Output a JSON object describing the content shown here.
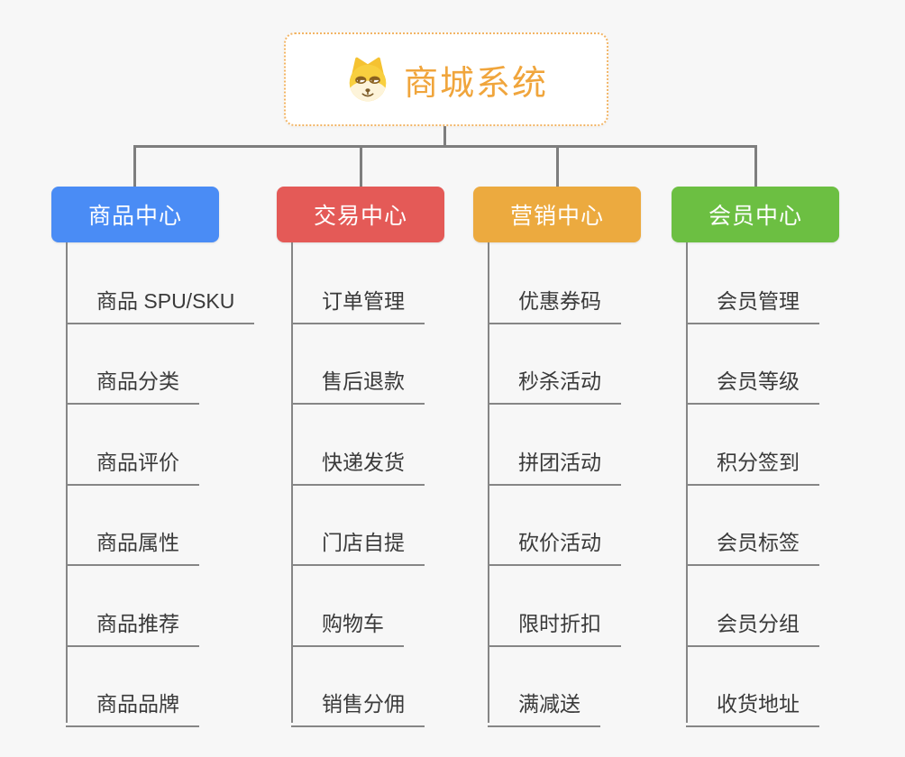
{
  "root": {
    "title": "商城系统",
    "icon": "dog-face-icon",
    "title_color": "#f0a53c",
    "border_color": "#f2b566"
  },
  "connector_color": "#7e7e7e",
  "branches": [
    {
      "label": "商品中心",
      "color": "#4a8cf5",
      "children": [
        "商品 SPU/SKU",
        "商品分类",
        "商品评价",
        "商品属性",
        "商品推荐",
        "商品品牌"
      ]
    },
    {
      "label": "交易中心",
      "color": "#e45a57",
      "children": [
        "订单管理",
        "售后退款",
        "快递发货",
        "门店自提",
        "购物车",
        "销售分佣"
      ]
    },
    {
      "label": "营销中心",
      "color": "#ecaa3f",
      "children": [
        "优惠券码",
        "秒杀活动",
        "拼团活动",
        "砍价活动",
        "限时折扣",
        "满减送"
      ]
    },
    {
      "label": "会员中心",
      "color": "#6cbf42",
      "children": [
        "会员管理",
        "会员等级",
        "积分签到",
        "会员标签",
        "会员分组",
        "收货地址"
      ]
    }
  ]
}
